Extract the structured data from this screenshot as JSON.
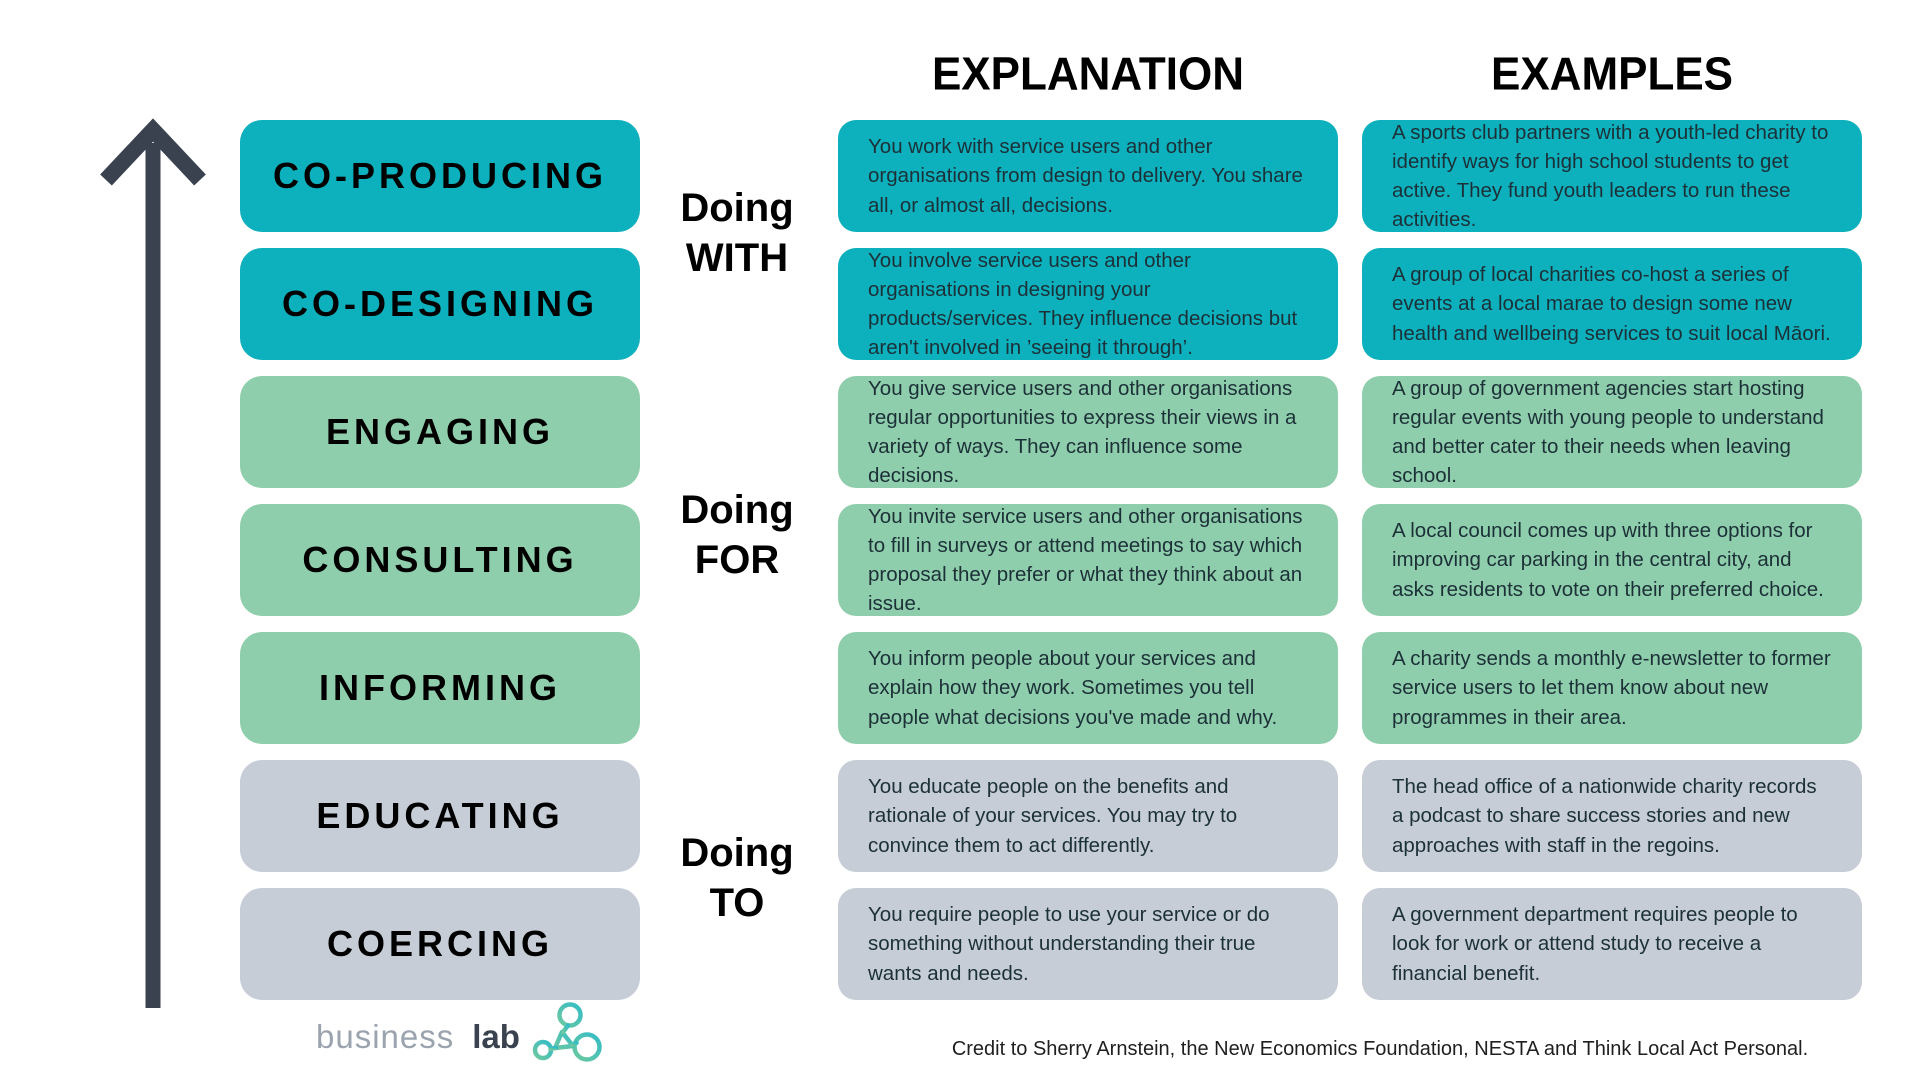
{
  "header": {
    "explanation": "EXPLANATION",
    "examples": "EXAMPLES"
  },
  "groups": [
    {
      "line1": "Doing",
      "line2": "WITH"
    },
    {
      "line1": "Doing",
      "line2": "FOR"
    },
    {
      "line1": "Doing",
      "line2": "TO"
    }
  ],
  "rows": [
    {
      "label": "CO-PRODUCING",
      "color": "teal",
      "explanation": "You work with service users and other organisations from design to delivery. You share all, or almost all, decisions.",
      "example": "A sports club partners with a youth-led charity to identify ways for high school students to get active. They fund youth leaders to run these activities."
    },
    {
      "label": "CO-DESIGNING",
      "color": "teal",
      "explanation": "You involve service users and other organisations in designing your products/services. They influence decisions but aren't involved in ’seeing it through’.",
      "example": "A group of local charities co-host a series of events at a local marae to design some new health and wellbeing services to suit local Māori."
    },
    {
      "label": "ENGAGING",
      "color": "green",
      "explanation": "You give service users and other organisations regular opportunities to express their views in a variety of ways. They can influence some decisions.",
      "example": "A group of government agencies start hosting regular events with young people to understand and better cater to their needs when leaving school."
    },
    {
      "label": "CONSULTING",
      "color": "green",
      "explanation": "You invite service users and other organisations to fill in surveys or attend meetings to say which proposal they prefer or what they think about an issue.",
      "example": "A local council comes up with three options for improving car parking in the central city, and asks residents to vote on their preferred choice."
    },
    {
      "label": "INFORMING",
      "color": "green",
      "explanation": "You inform people about your services and explain how they work. Sometimes you tell people what decisions you've made and why.",
      "example": "A charity sends a monthly e-newsletter to former service users to let them know about new programmes in their area."
    },
    {
      "label": "EDUCATING",
      "color": "gray",
      "explanation": "You educate people on the benefits and rationale of your services. You may try to convince them to act differently.",
      "example": "The head office of a nationwide charity records a podcast to share success stories and new approaches with staff in the regoins."
    },
    {
      "label": "COERCING",
      "color": "gray",
      "explanation": "You require people to use your service or do something without understanding their true wants and needs.",
      "example": "A government department requires people to look for work or attend study to receive a financial benefit."
    }
  ],
  "colors": {
    "teal": "#0db1bd",
    "green": "#8fceac",
    "gray": "#c6cdd6",
    "arrow": "#39424e"
  },
  "logo": {
    "word1": "business",
    "word2": "lab"
  },
  "credit": "Credit to Sherry Arnstein, the New Economics Foundation, NESTA and Think Local Act Personal."
}
